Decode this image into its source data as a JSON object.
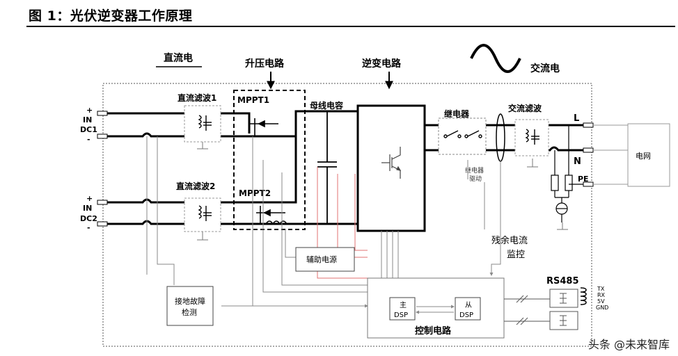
{
  "figure": {
    "title": "图 1：光伏逆变器工作原理"
  },
  "labels": {
    "dc_top": "直流电",
    "boost_circuit": "升压电路",
    "inverter_circuit": "逆变电路",
    "ac_top": "交流电",
    "dc_filter_1": "直流滤波1",
    "dc_filter_2": "直流滤波2",
    "mppt1": "MPPT1",
    "mppt2": "MPPT2",
    "bus_capacitor": "母线电容",
    "relay": "继电器",
    "relay_drive": "继电器\n驱动",
    "ac_filter": "交流滤波",
    "L": "L",
    "N": "N",
    "PE": "PE",
    "grid": "电网",
    "aux_power": "辅助电源",
    "residual_current_1": "残余电流",
    "residual_current_2": "监控",
    "rs485": "RS485",
    "tx": "TX",
    "rx": "RX",
    "v5": "5V",
    "gnd": "GND",
    "ground_fault_1": "接地故障",
    "ground_fault_2": "检测",
    "main_dsp_1": "主",
    "main_dsp_2": "DSP",
    "slave_dsp_1": "从",
    "slave_dsp_2": "DSP",
    "control_circuit": "控制电路",
    "in1_plus": "+",
    "in1_in": "IN",
    "in1_dc": "DC1",
    "in1_minus": "-",
    "in2_plus": "+",
    "in2_in": "IN",
    "in2_dc": "DC2",
    "in2_minus": "-"
  },
  "watermark": "头条 @未来智库",
  "colors": {
    "signal_red": "#e06060",
    "signal_gray": "#8a8a8a",
    "wire": "#000000"
  }
}
